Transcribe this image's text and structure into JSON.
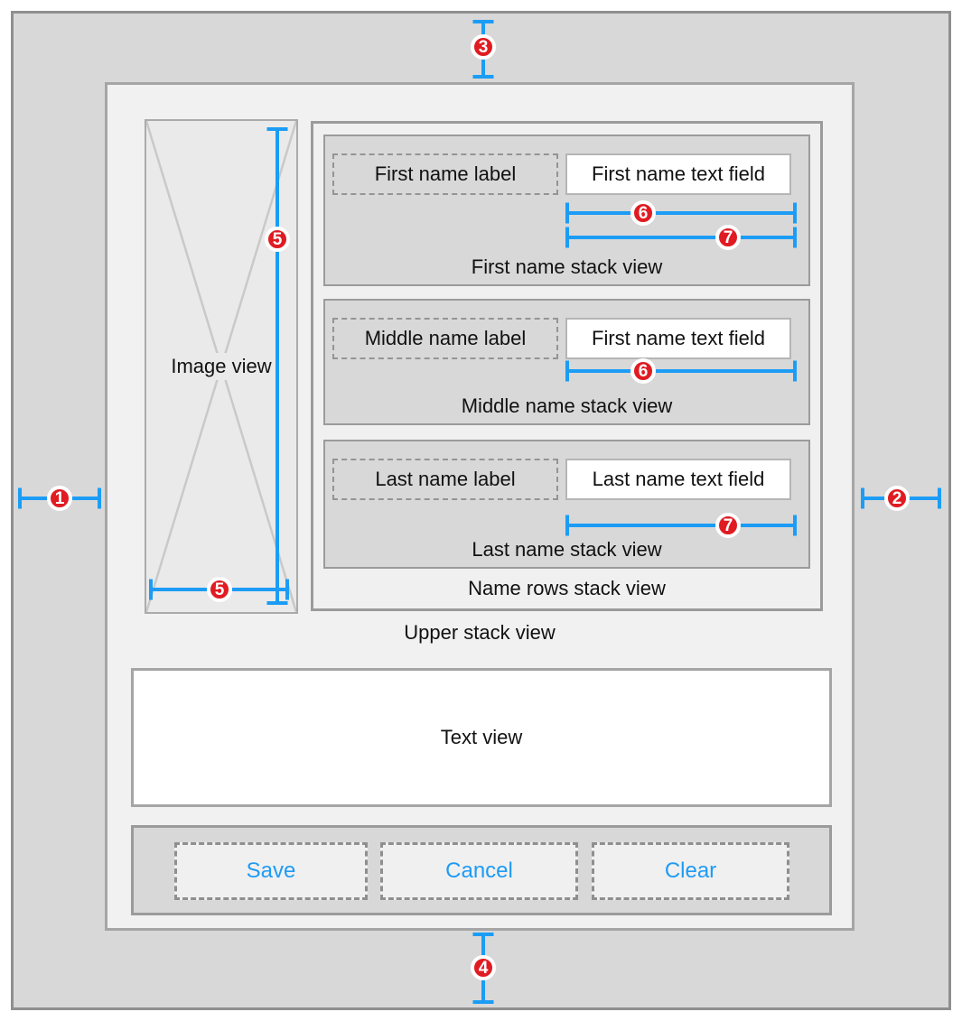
{
  "colors": {
    "measurement_blue": "#1c9cf5",
    "badge_red": "#e01b22",
    "button_blue": "#1e9bf5"
  },
  "badges": {
    "leading_space": "1",
    "trailing_space": "2",
    "top_space": "3",
    "bottom_space": "4",
    "image_height": "5",
    "image_width": "5",
    "first_row_width_6": "6",
    "first_row_width_7": "7",
    "middle_row_width": "6",
    "last_row_width": "7"
  },
  "upper_stack": {
    "caption": "Upper stack view",
    "image_view": {
      "caption": "Image view"
    },
    "name_rows": {
      "caption": "Name rows stack view",
      "rows": [
        {
          "label": "First name label",
          "field": "First name text field",
          "caption": "First name stack view"
        },
        {
          "label": "Middle name label",
          "field": "First name text field",
          "caption": "Middle name stack view"
        },
        {
          "label": "Last name label",
          "field": "Last name text field",
          "caption": "Last name stack view"
        }
      ]
    }
  },
  "text_view": {
    "caption": "Text view"
  },
  "button_stack": {
    "buttons": [
      {
        "label": "Save"
      },
      {
        "label": "Cancel"
      },
      {
        "label": "Clear"
      }
    ]
  }
}
